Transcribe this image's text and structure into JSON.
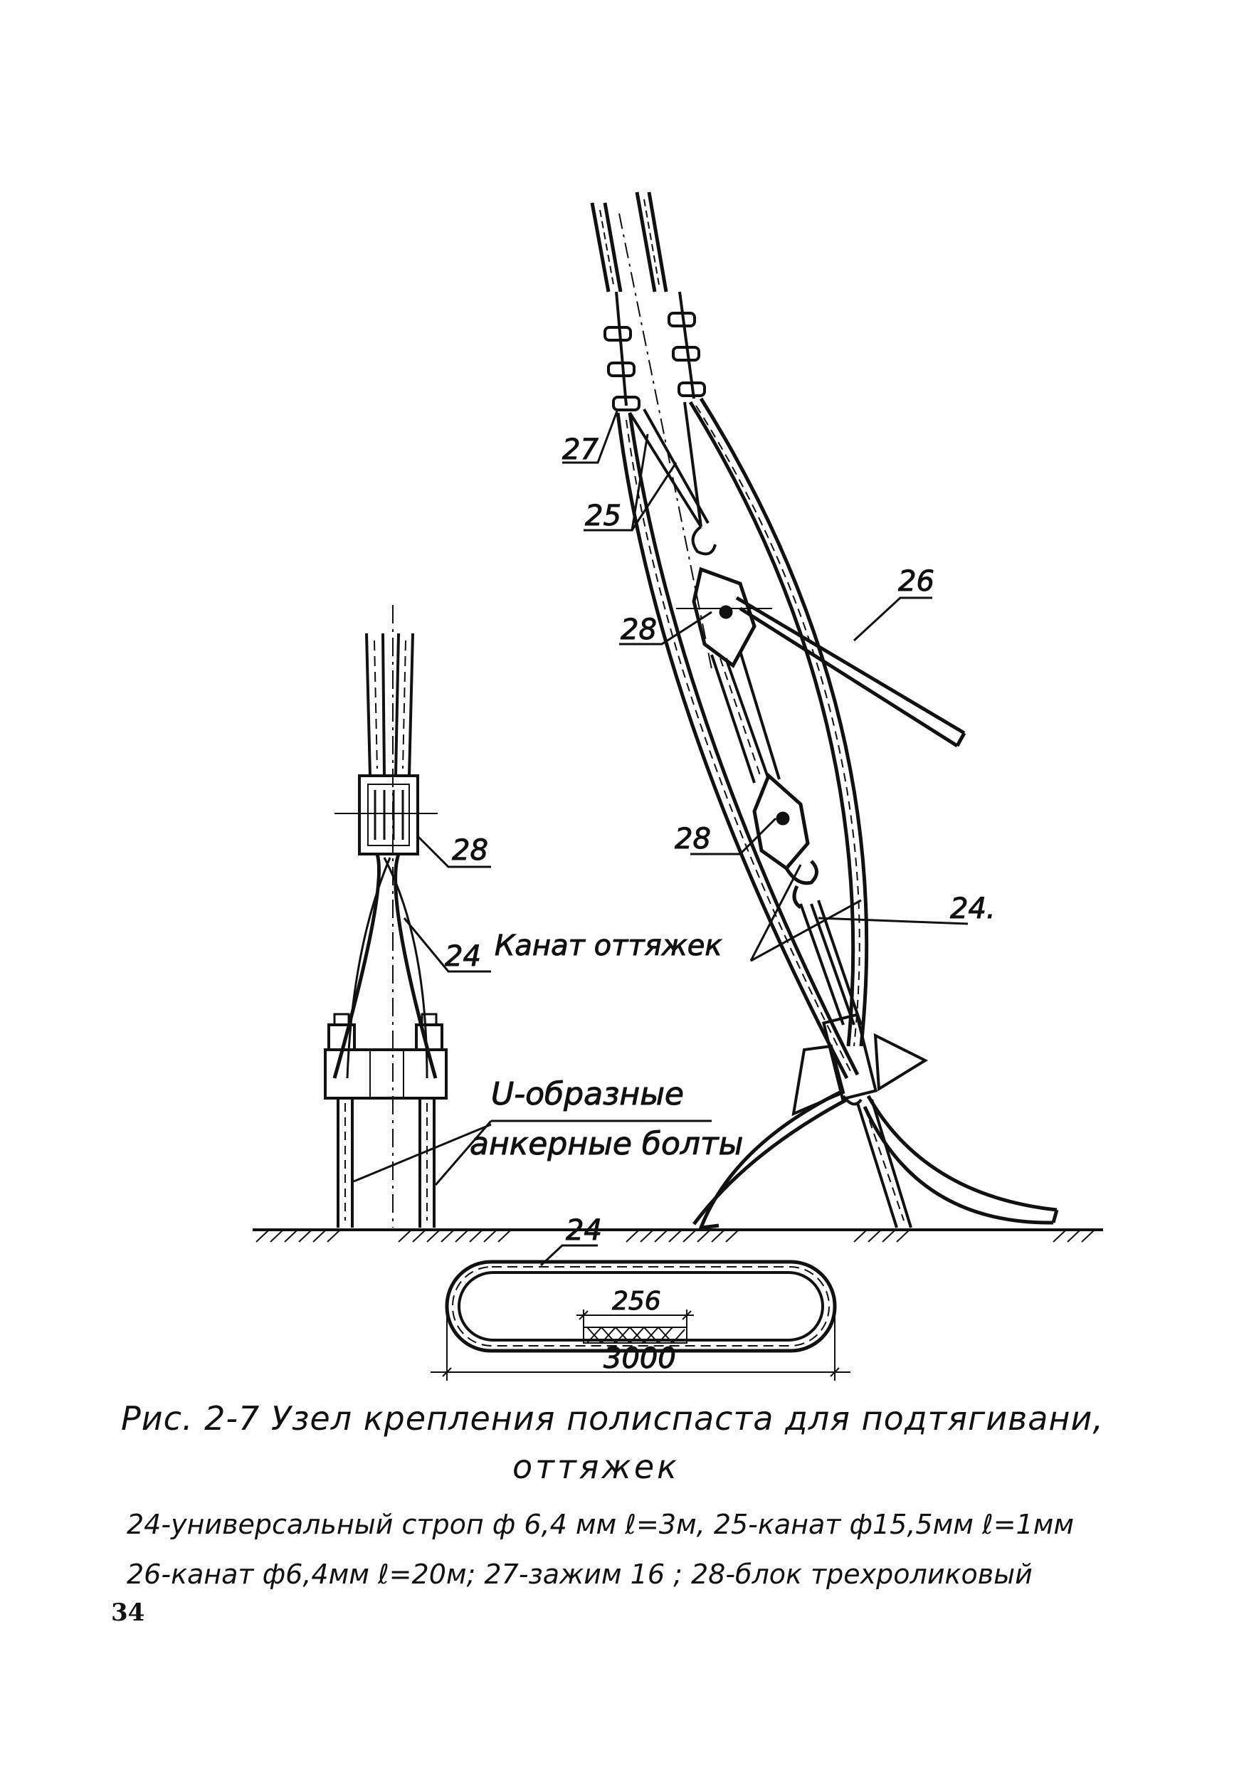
{
  "labels": {
    "left_block": "28",
    "left_sling": "24",
    "u_bolts_line1": "U-образные",
    "u_bolts_line2": "анкерные болты",
    "clamp": "27",
    "rope25": "25",
    "rope26": "26",
    "upper_block": "28",
    "lower_block": "28",
    "guy_rope": "Канат оттяжек",
    "right_sling": "24.",
    "sling_detail": "24",
    "dim_inner": "256",
    "dim_outer": "3000"
  },
  "caption": {
    "title": "Рис. 2-7 Узел крепления полиспаста для подтягивани,",
    "title_cont": "оттяжек",
    "legend_line1": "24-универсальный строп ф 6,4 мм  ℓ=3м,  25-канат ф15,5мм  ℓ=1мм",
    "legend_line2": "26-канат ф6,4мм  ℓ=20м;  27-зажим 16 ;  28-блок трехроликовый"
  },
  "page_number": "34"
}
